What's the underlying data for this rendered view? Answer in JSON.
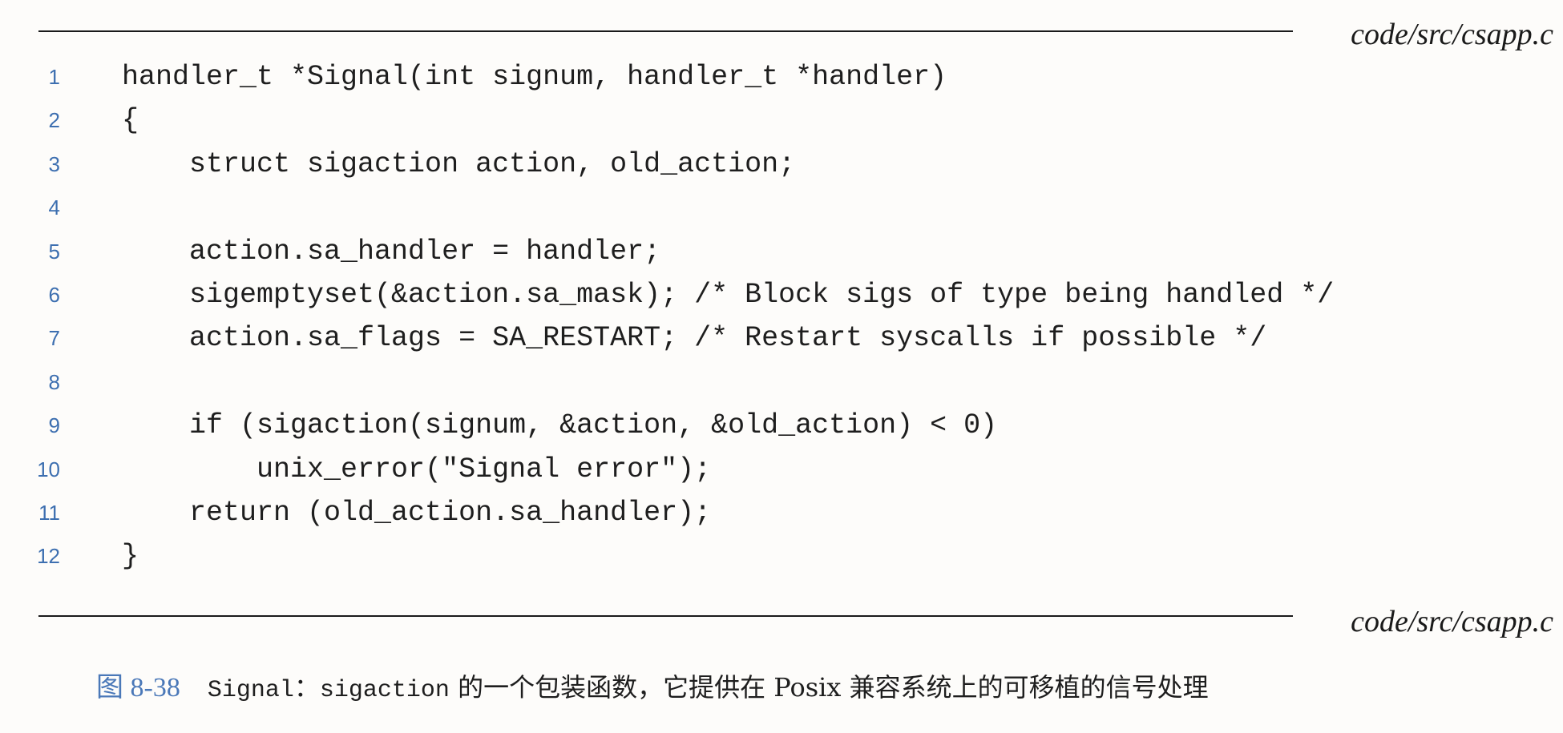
{
  "listing": {
    "filename_top": "code/src/csapp.c",
    "filename_bottom": "code/src/csapp.c",
    "lines": [
      {
        "no": "1",
        "text": "handler_t *Signal(int signum, handler_t *handler)"
      },
      {
        "no": "2",
        "text": "{"
      },
      {
        "no": "3",
        "text": "    struct sigaction action, old_action;"
      },
      {
        "no": "4",
        "text": ""
      },
      {
        "no": "5",
        "text": "    action.sa_handler = handler;"
      },
      {
        "no": "6",
        "text": "    sigemptyset(&action.sa_mask); /* Block sigs of type being handled */"
      },
      {
        "no": "7",
        "text": "    action.sa_flags = SA_RESTART; /* Restart syscalls if possible */"
      },
      {
        "no": "8",
        "text": ""
      },
      {
        "no": "9",
        "text": "    if (sigaction(signum, &action, &old_action) < 0)"
      },
      {
        "no": "10",
        "text": "        unix_error(\"Signal error\");"
      },
      {
        "no": "11",
        "text": "    return (old_action.sa_handler);"
      },
      {
        "no": "12",
        "text": "}"
      }
    ]
  },
  "caption": {
    "label": "图 8-38",
    "code_name": "Signal",
    "separator": "：",
    "code_func": "sigaction",
    "text": " 的一个包装函数，它提供在 Posix 兼容系统上的可移植的信号处理"
  }
}
